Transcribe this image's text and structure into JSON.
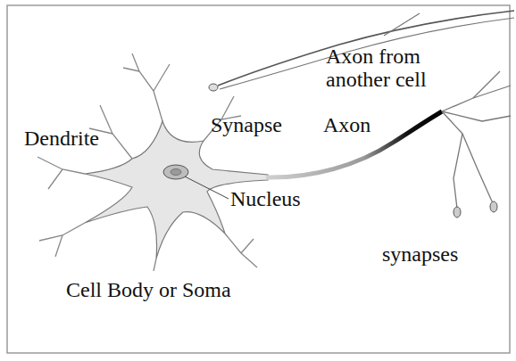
{
  "diagram": {
    "labels": [
      "Axon from another cell",
      "Dendrite",
      "Synapse",
      "Axon",
      "Nucleus",
      "synapses",
      "Cell Body or Soma"
    ]
  }
}
